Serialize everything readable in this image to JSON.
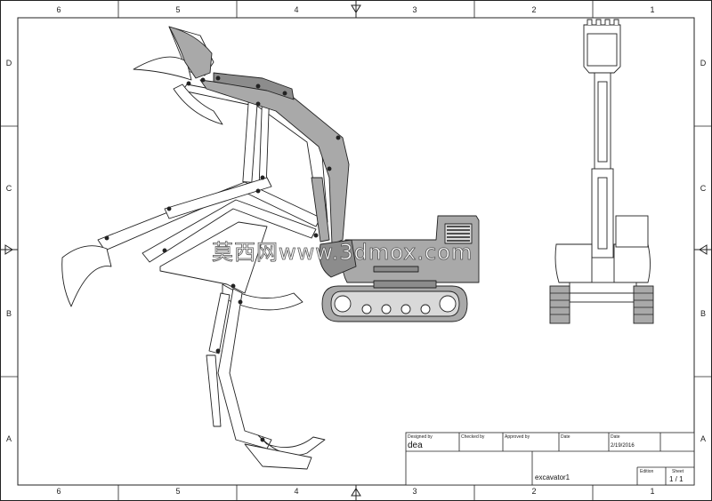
{
  "sheet": {
    "column_labels": [
      "6",
      "5",
      "4",
      "3",
      "2",
      "1"
    ],
    "row_labels": [
      "D",
      "C",
      "B",
      "A"
    ]
  },
  "title_block": {
    "designed_by_label": "Designed by",
    "designed_by": "dea",
    "checked_by_label": "Checked by",
    "approved_by_label": "Approved by",
    "date_label_1": "Date",
    "date_label_2": "Date",
    "date": "2/19/2016",
    "title": "excavator1",
    "edition_label": "Edition",
    "sheet_label": "Sheet",
    "sheet": "1 / 1"
  },
  "watermark": "莫西网www.3dmox.com",
  "colors": {
    "line": "#222222",
    "body_fill": "#a9a9a9",
    "dark_fill": "#8c8c8c",
    "paper": "#ffffff"
  }
}
